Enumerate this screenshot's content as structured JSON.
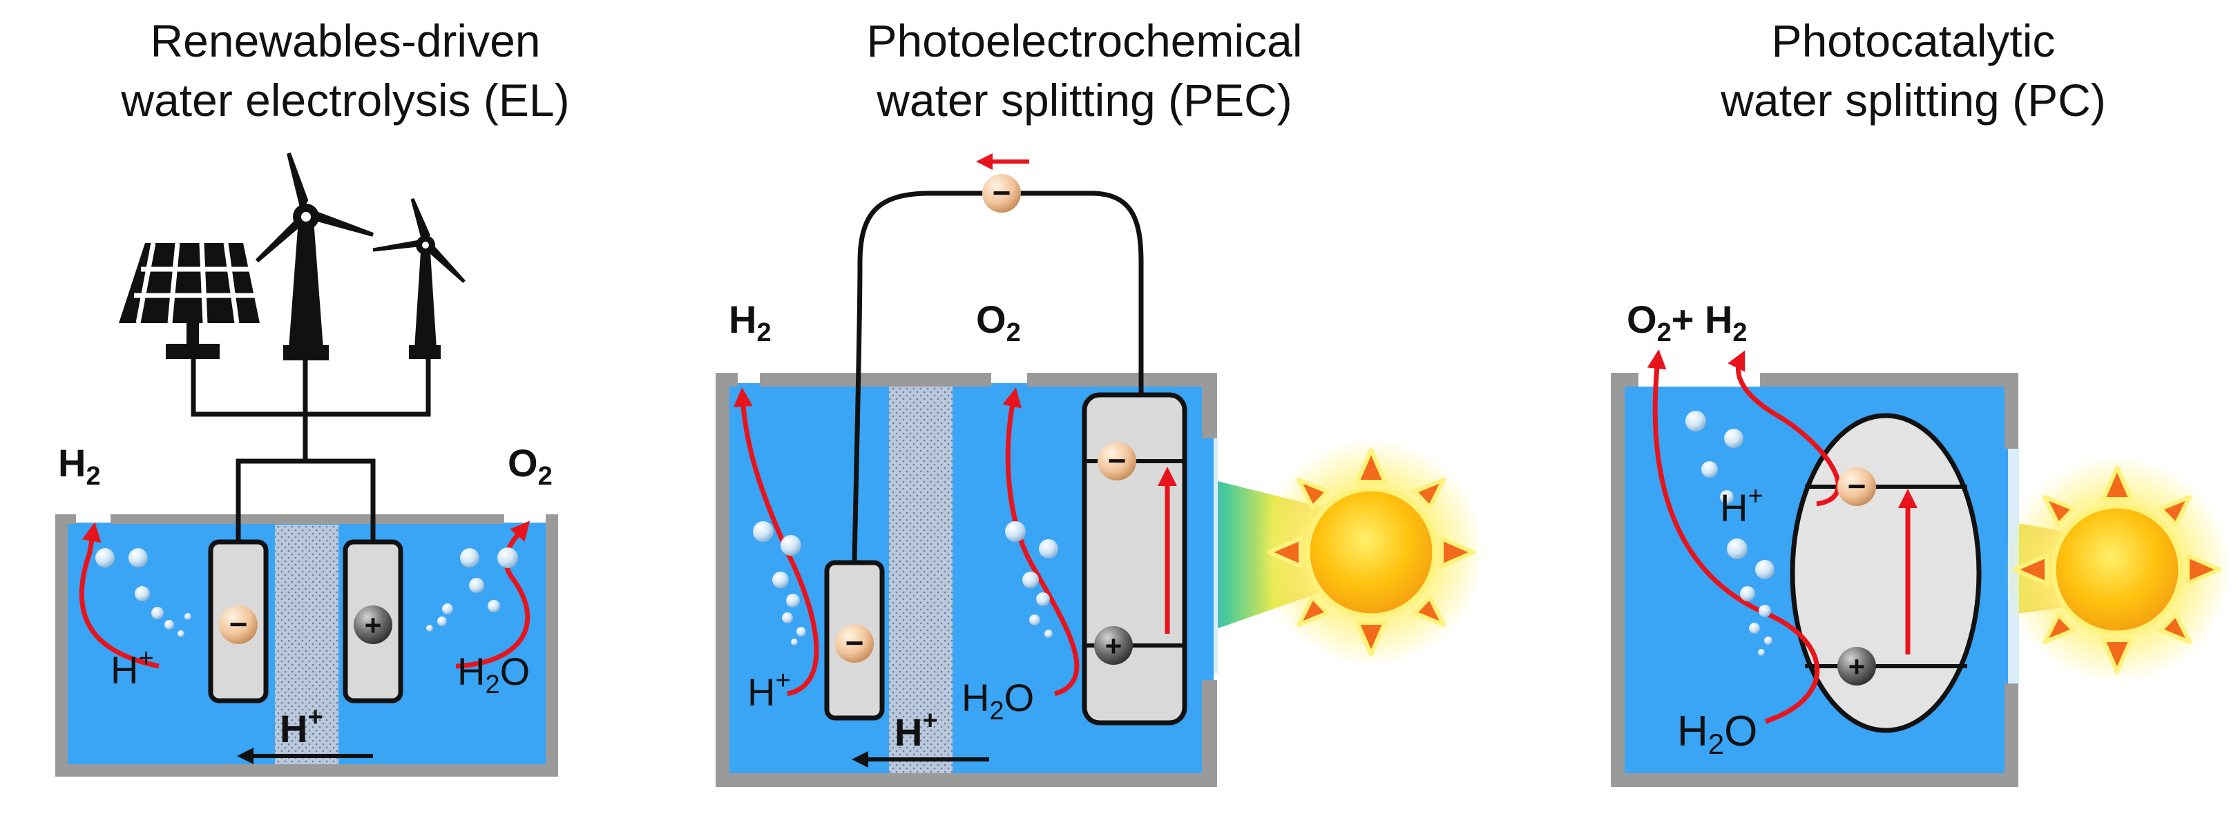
{
  "panels": {
    "el": {
      "title_line1": "Renewables-driven",
      "title_line2": "water electrolysis (EL)",
      "h2": "H",
      "o2": "O",
      "sub2": "2",
      "hplus_left": "H",
      "plus": "+",
      "h2o": "H",
      "h2o_o": "O",
      "membrane_ion": "H",
      "cathode_sign": "−",
      "anode_sign": "+"
    },
    "pec": {
      "title_line1": "Photoelectrochemical",
      "title_line2": "water splitting (PEC)",
      "h2": "H",
      "o2": "O",
      "sub2": "2",
      "hplus_left": "H",
      "plus": "+",
      "h2o": "H",
      "h2o_o": "O",
      "membrane_ion": "H",
      "electron_sign": "−",
      "hole_sign": "+"
    },
    "pc": {
      "title_line1": "Photocatalytic",
      "title_line2": "water splitting (PC)",
      "o2": "O",
      "h2": "H",
      "sub2": "2",
      "joiner": "+ ",
      "hplus": "H",
      "plus": "+",
      "h2o": "H",
      "h2o_o": "O",
      "electron_sign": "−",
      "hole_sign": "+"
    }
  },
  "colors": {
    "water": "#3aa4f5",
    "tank_wall": "#9a9a9a",
    "membrane": "#b9c8dc",
    "electrode": "#d9d9d9",
    "arrow_red": "#e8141b",
    "sun_core": "#ffc20e",
    "sun_ray": "#f26a1b",
    "electron": "#f2c49b",
    "hole": "#6d6d6d"
  }
}
